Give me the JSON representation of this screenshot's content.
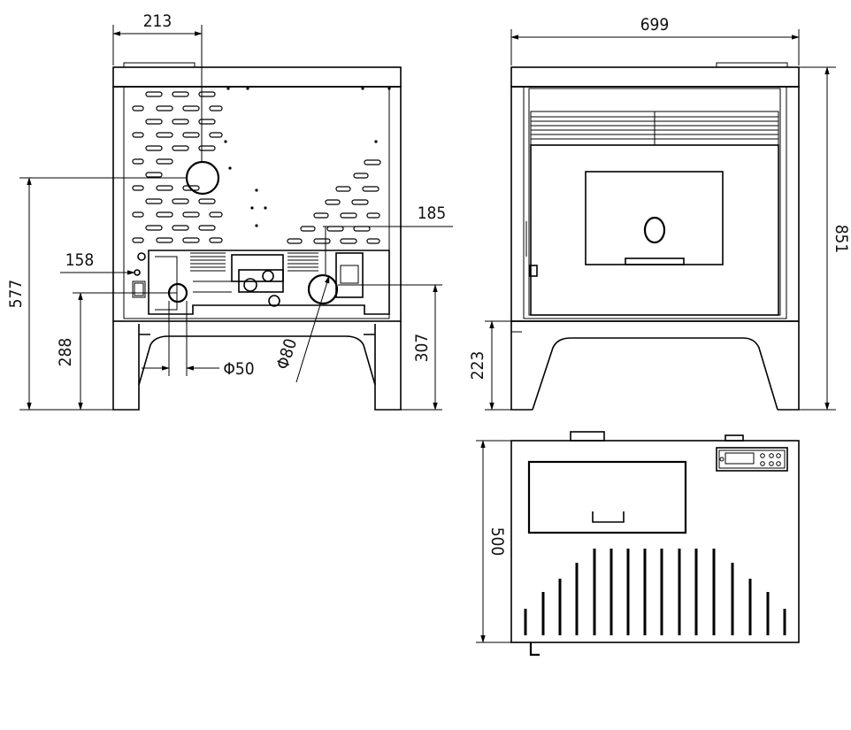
{
  "diagram": {
    "rear_view": {
      "dim_top_width": "213",
      "dim_overall_height": "577",
      "dim_lower_height": "288",
      "dim_158": "158",
      "dim_185": "185",
      "dim_307": "307",
      "dim_phi50": "Φ50",
      "dim_phi80": "Φ80"
    },
    "front_view": {
      "dim_width": "699",
      "dim_height": "851",
      "dim_leg_height": "223"
    },
    "top_view": {
      "dim_depth": "500"
    }
  }
}
